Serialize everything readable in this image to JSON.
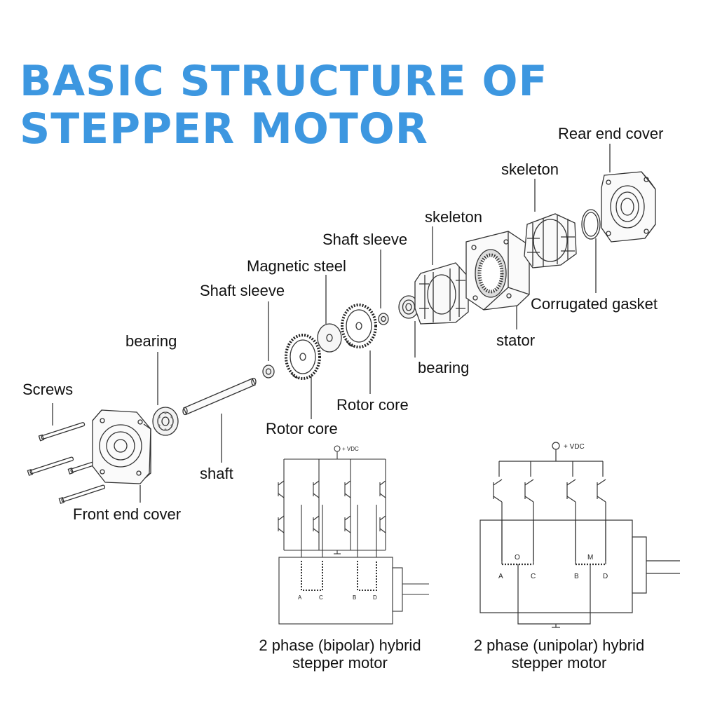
{
  "title": {
    "line1": "BASIC STRUCTURE OF",
    "line2": "STEPPER MOTOR",
    "color": "#3d97e0"
  },
  "labels": {
    "rear_end_cover": "Rear end cover",
    "skeleton_rear": "skeleton",
    "skeleton_front": "skeleton",
    "shaft_sleeve_right": "Shaft sleeve",
    "magnetic_steel": "Magnetic steel",
    "shaft_sleeve_left": "Shaft sleeve",
    "bearing_left": "bearing",
    "screws": "Screws",
    "front_end_cover": "Front end cover",
    "shaft": "shaft",
    "rotor_core_left": "Rotor core",
    "rotor_core_right": "Rotor core",
    "bearing_right": "bearing",
    "stator": "stator",
    "corrugated_gasket": "Corrugated gasket"
  },
  "circuits": {
    "bipolar": {
      "supply": "+ VDC",
      "pins": [
        "A",
        "C",
        "B",
        "D"
      ],
      "caption_line1": "2 phase (bipolar) hybrid",
      "caption_line2": "stepper motor"
    },
    "unipolar": {
      "supply": "+ VDC",
      "pins": [
        "A",
        "C",
        "B",
        "D"
      ],
      "taps": [
        "O",
        "M"
      ],
      "caption_line1": "2 phase (unipolar) hybrid",
      "caption_line2": "stepper motor"
    }
  }
}
